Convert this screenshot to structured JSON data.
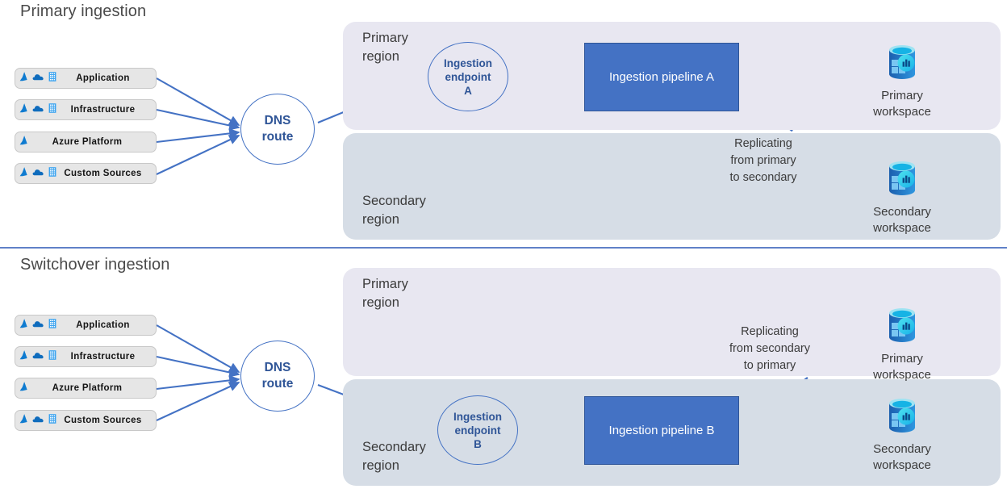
{
  "palette": {
    "accent_line": "#4472c4",
    "accent_text": "#2f5597",
    "pipeline_fill": "#4472c4",
    "pipeline_border": "#2f5597",
    "panel_primary": "#e8e7f1",
    "panel_secondary": "#d6dde6",
    "source_fill": "#e6e6e6",
    "source_border": "#c8c8c8",
    "title_text": "#4a4a4a",
    "divider": "#4a6fc0",
    "page_bg": "#ffffff"
  },
  "sections": [
    {
      "id": "primary-ingestion",
      "title": "Primary ingestion",
      "sources": [
        {
          "label": "Application",
          "icons": [
            "azure-logo-icon",
            "cloud-icon",
            "building-icon"
          ]
        },
        {
          "label": "Infrastructure",
          "icons": [
            "azure-logo-icon",
            "cloud-icon",
            "building-icon"
          ]
        },
        {
          "label": "Azure Platform",
          "icons": [
            "azure-logo-icon"
          ]
        },
        {
          "label": "Custom Sources",
          "icons": [
            "azure-logo-icon",
            "cloud-icon",
            "building-icon"
          ]
        }
      ],
      "router": {
        "label": "DNS\nroute"
      },
      "regions": [
        {
          "kind": "primary",
          "label": "Primary\nregion"
        },
        {
          "kind": "secondary",
          "label": "Secondary\nregion"
        }
      ],
      "endpoint": {
        "label": "Ingestion\nendpoint\nA"
      },
      "pipeline": {
        "label": "Ingestion pipeline A"
      },
      "replication_caption": "Replicating\nfrom primary\nto secondary",
      "workspaces": [
        {
          "label": "Primary\nworkspace",
          "icon": "log-analytics-workspace-icon"
        },
        {
          "label": "Secondary\nworkspace",
          "icon": "log-analytics-workspace-icon"
        }
      ]
    },
    {
      "id": "switchover-ingestion",
      "title": "Switchover ingestion",
      "sources": [
        {
          "label": "Application",
          "icons": [
            "azure-logo-icon",
            "cloud-icon",
            "building-icon"
          ]
        },
        {
          "label": "Infrastructure",
          "icons": [
            "azure-logo-icon",
            "cloud-icon",
            "building-icon"
          ]
        },
        {
          "label": "Azure Platform",
          "icons": [
            "azure-logo-icon"
          ]
        },
        {
          "label": "Custom Sources",
          "icons": [
            "azure-logo-icon",
            "cloud-icon",
            "building-icon"
          ]
        }
      ],
      "router": {
        "label": "DNS\nroute"
      },
      "regions": [
        {
          "kind": "primary",
          "label": "Primary\nregion"
        },
        {
          "kind": "secondary",
          "label": "Secondary\nregion"
        }
      ],
      "endpoint": {
        "label": "Ingestion\nendpoint\nB"
      },
      "pipeline": {
        "label": "Ingestion pipeline B"
      },
      "replication_caption": "Replicating\nfrom secondary\nto primary",
      "workspaces": [
        {
          "label": "Primary\nworkspace",
          "icon": "log-analytics-workspace-icon"
        },
        {
          "label": "Secondary\nworkspace",
          "icon": "log-analytics-workspace-icon"
        }
      ]
    }
  ]
}
